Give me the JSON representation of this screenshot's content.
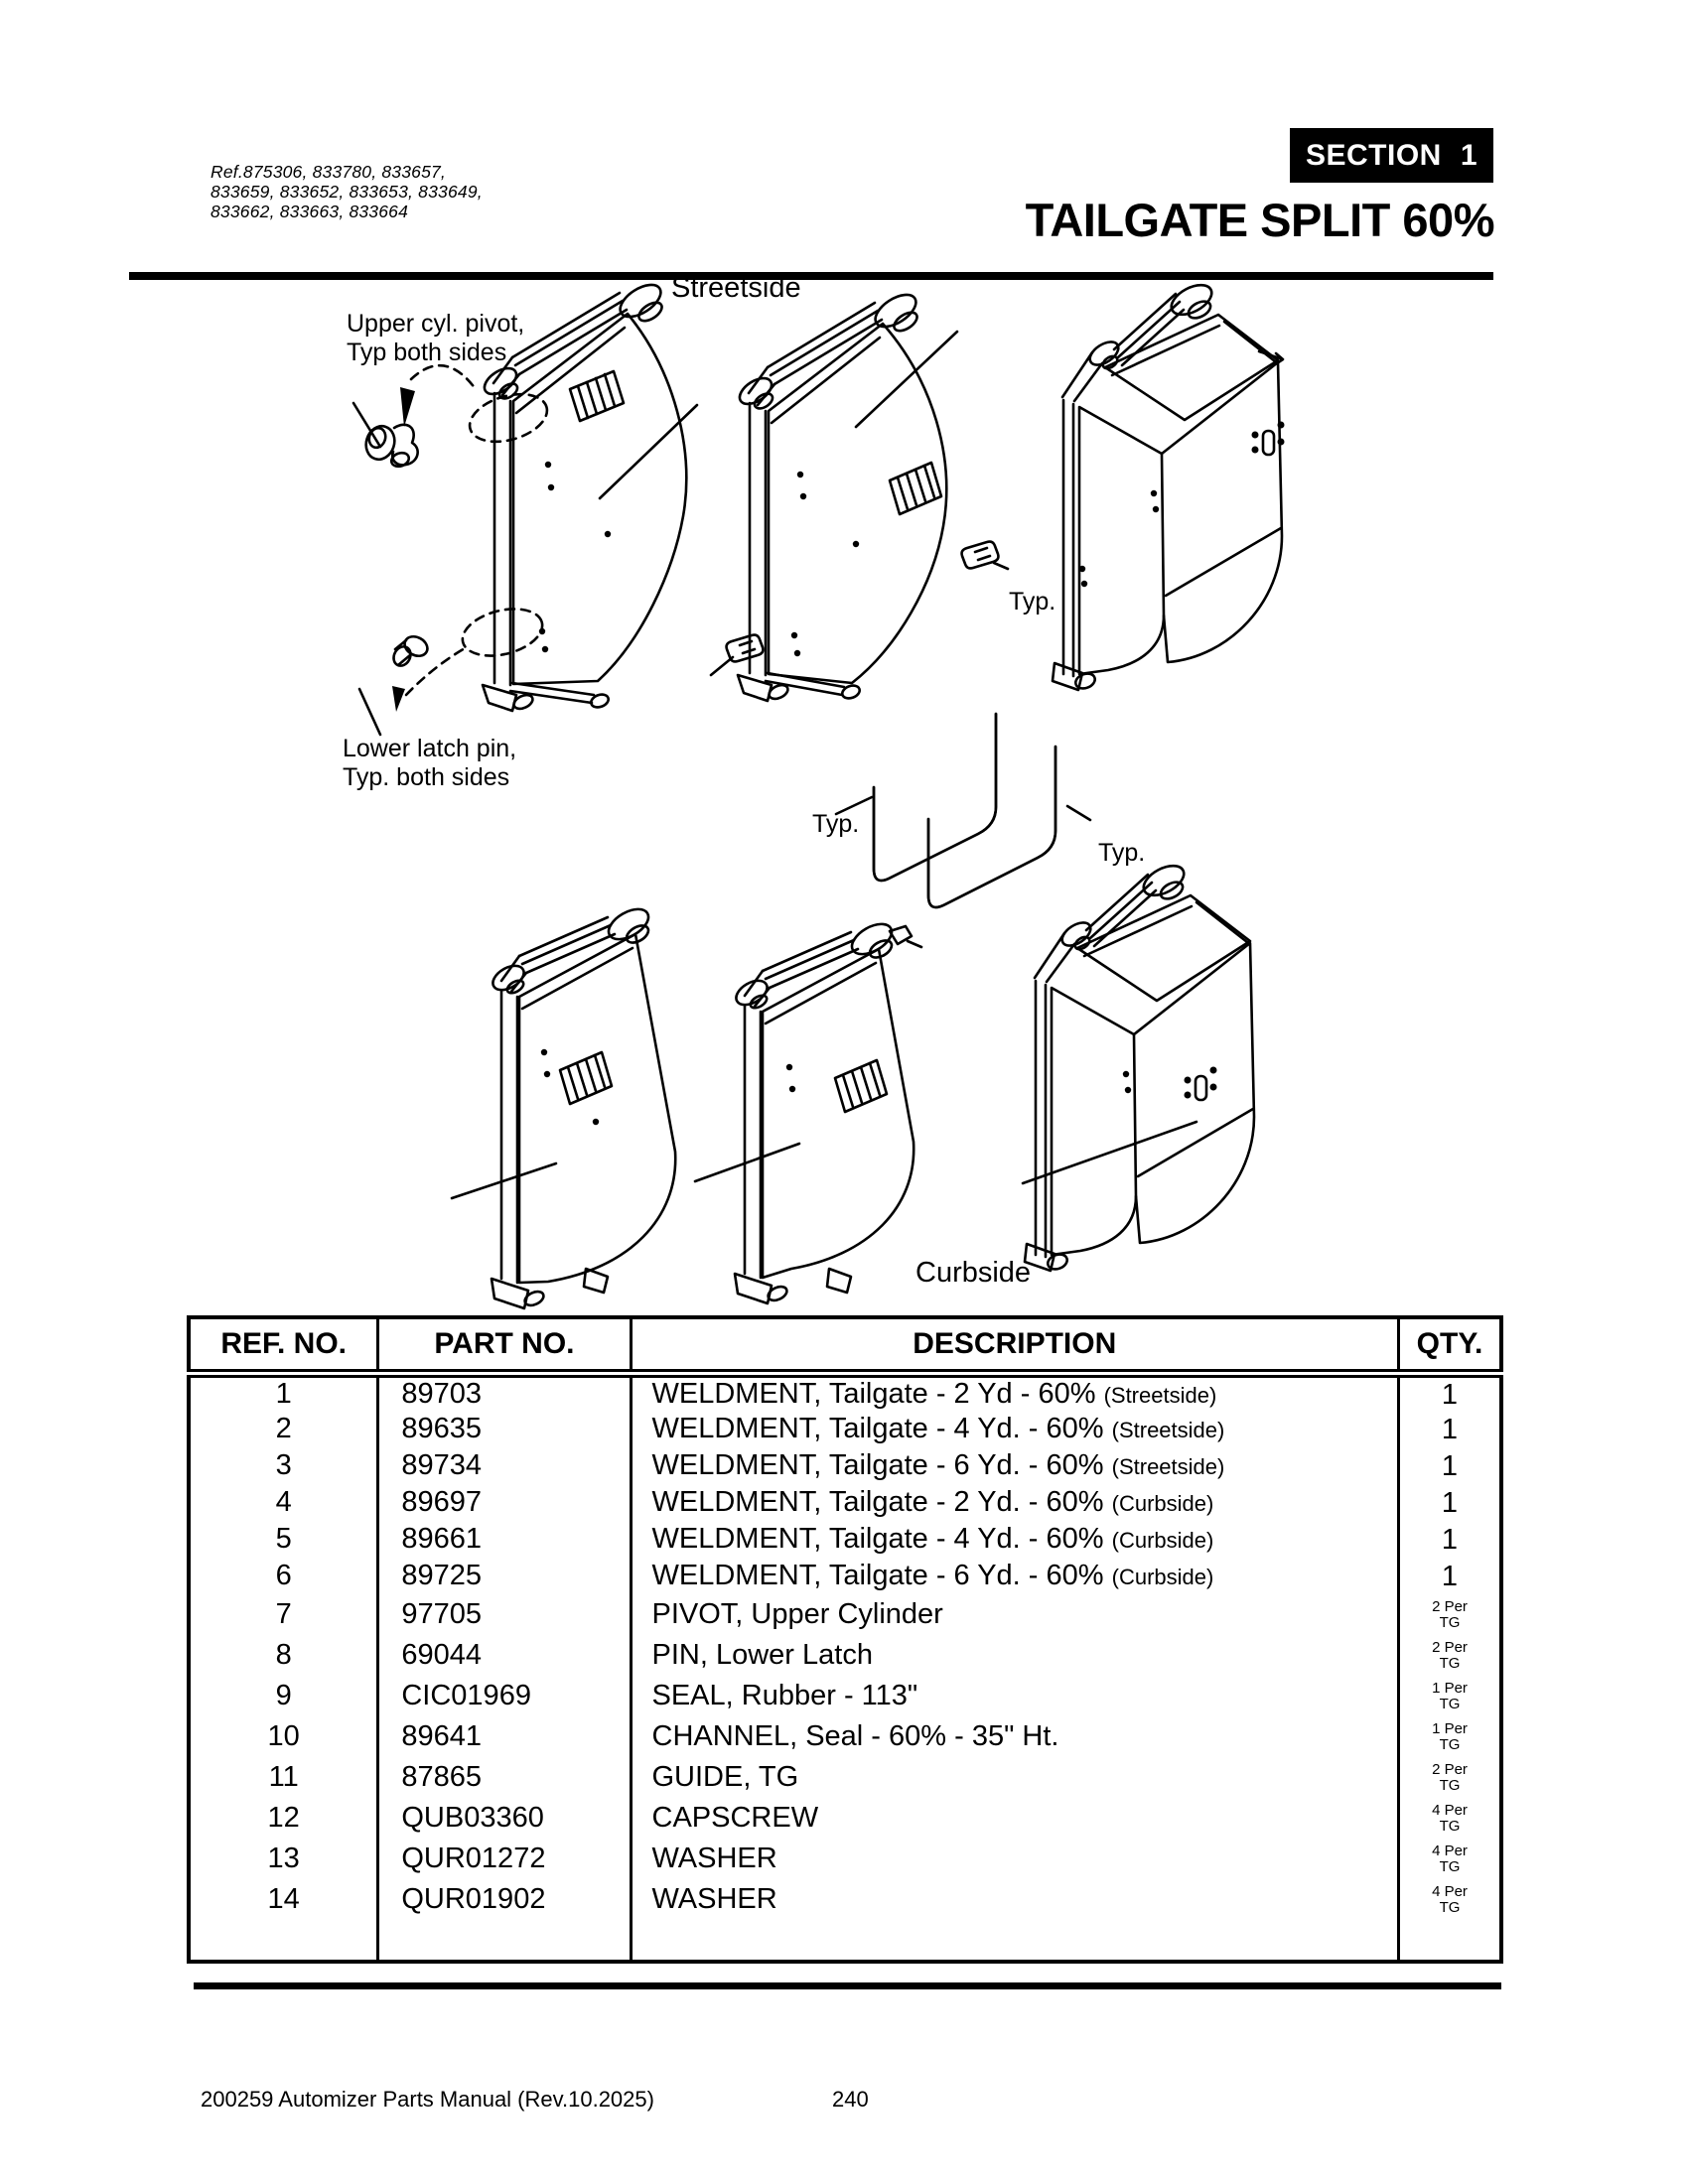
{
  "page": {
    "ref_lines": [
      "Ref.875306, 833780, 833657,",
      "833659, 833652, 833653, 833649,",
      "833662, 833663, 833664"
    ],
    "section_label": "SECTION",
    "section_number": "1",
    "title": "TAILGATE SPLIT 60%",
    "footer_left": "200259 Automizer Parts Manual (Rev.10.2025)",
    "footer_page": "240"
  },
  "diagram": {
    "streetside_label": "Streetside",
    "curbside_label": "Curbside",
    "upper_pivot_note_line1": "Upper cyl. pivot,",
    "upper_pivot_note_line2": "Typ both sides",
    "lower_latch_note_line1": "Lower latch pin,",
    "lower_latch_note_line2": "Typ. both sides",
    "typ_label_1": "Typ.",
    "typ_label_2": "Typ.",
    "typ_label_3": "Typ."
  },
  "table": {
    "headers": [
      "REF. NO.",
      "PART NO.",
      "DESCRIPTION",
      "QTY."
    ],
    "rows": [
      {
        "ref": "1",
        "part": "89703",
        "desc": "WELDMENT, Tailgate - 2 Yd - 60%",
        "note": "(Streetside)",
        "qty1": "1",
        "qty2": ""
      },
      {
        "ref": "2",
        "part": "89635",
        "desc": "WELDMENT, Tailgate - 4 Yd. - 60%",
        "note": "(Streetside)",
        "qty1": "1",
        "qty2": ""
      },
      {
        "ref": "3",
        "part": "89734",
        "desc": "WELDMENT, Tailgate - 6 Yd. - 60%",
        "note": "(Streetside)",
        "qty1": "1",
        "qty2": ""
      },
      {
        "ref": "4",
        "part": "89697",
        "desc": "WELDMENT, Tailgate - 2 Yd. - 60%",
        "note": "(Curbside)",
        "qty1": "1",
        "qty2": ""
      },
      {
        "ref": "5",
        "part": "89661",
        "desc": "WELDMENT, Tailgate - 4 Yd. - 60%",
        "note": "(Curbside)",
        "qty1": "1",
        "qty2": ""
      },
      {
        "ref": "6",
        "part": "89725",
        "desc": "WELDMENT, Tailgate - 6 Yd. - 60%",
        "note": "(Curbside)",
        "qty1": "1",
        "qty2": ""
      },
      {
        "ref": "7",
        "part": "97705",
        "desc": "PIVOT, Upper Cylinder",
        "note": "",
        "qty1": "2 Per",
        "qty2": "TG"
      },
      {
        "ref": "8",
        "part": "69044",
        "desc": "PIN, Lower Latch",
        "note": "",
        "qty1": "2 Per",
        "qty2": "TG"
      },
      {
        "ref": "9",
        "part": "CIC01969",
        "desc": "SEAL, Rubber - 113\"",
        "note": "",
        "qty1": "1 Per",
        "qty2": "TG"
      },
      {
        "ref": "10",
        "part": "89641",
        "desc": "CHANNEL, Seal - 60% - 35\" Ht.",
        "note": "",
        "qty1": "1 Per",
        "qty2": "TG"
      },
      {
        "ref": "11",
        "part": "87865",
        "desc": "GUIDE, TG",
        "note": "",
        "qty1": "2 Per",
        "qty2": "TG"
      },
      {
        "ref": "12",
        "part": "QUB03360",
        "desc": "CAPSCREW",
        "note": "",
        "qty1": "4 Per",
        "qty2": "TG"
      },
      {
        "ref": "13",
        "part": "QUR01272",
        "desc": "WASHER",
        "note": "",
        "qty1": "4 Per",
        "qty2": "TG"
      },
      {
        "ref": "14",
        "part": "QUR01902",
        "desc": "WASHER",
        "note": "",
        "qty1": "4 Per",
        "qty2": "TG"
      }
    ]
  }
}
